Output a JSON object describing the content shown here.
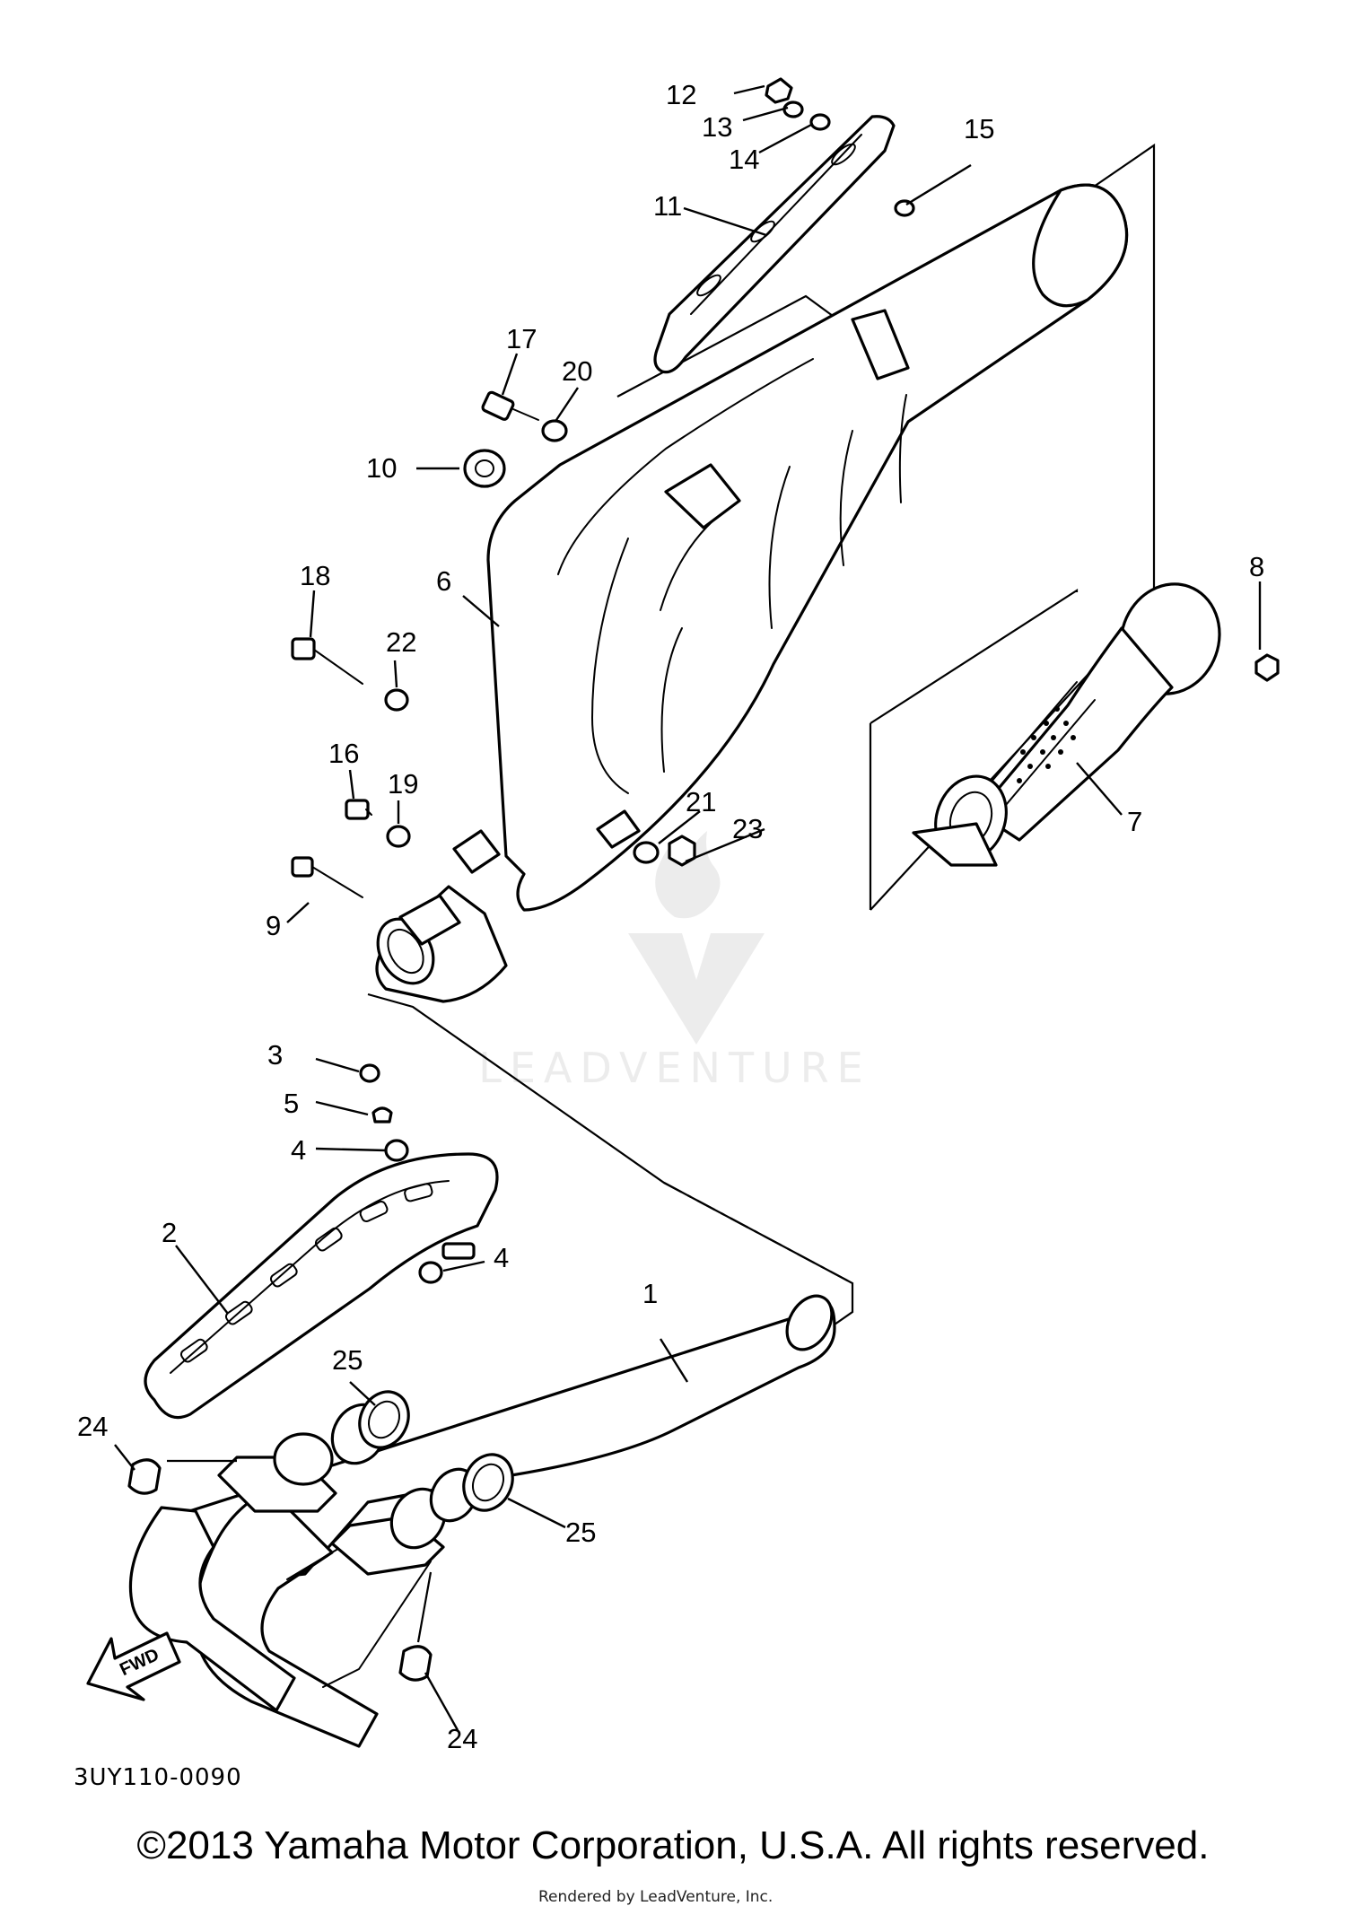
{
  "diagram": {
    "code": "3UY110-0090",
    "copyright": "©2013 Yamaha Motor Corporation, U.S.A. All rights reserved.",
    "rendered_by": "Rendered by LeadVenture, Inc.",
    "watermark": "LEADVENTURE",
    "direction_arrow": "FWD",
    "callouts": {
      "c1": "1",
      "c2": "2",
      "c3": "3",
      "c4a": "4",
      "c4b": "4",
      "c5": "5",
      "c6": "6",
      "c7": "7",
      "c8": "8",
      "c9": "9",
      "c10": "10",
      "c11": "11",
      "c12": "12",
      "c13": "13",
      "c14": "14",
      "c15": "15",
      "c16": "16",
      "c17": "17",
      "c18": "18",
      "c19": "19",
      "c20": "20",
      "c21": "21",
      "c22": "22",
      "c23": "23",
      "c24a": "24",
      "c24b": "24",
      "c25a": "25",
      "c25b": "25"
    }
  }
}
